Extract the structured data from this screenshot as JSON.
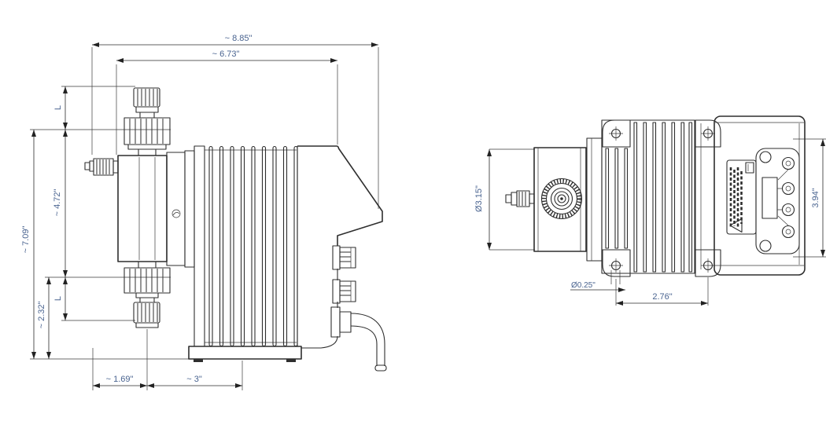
{
  "drawing": {
    "type": "technical-dimension-drawing",
    "subject": "solenoid metering dosing pump, side view and top view",
    "colors": {
      "background": "#ffffff",
      "line": "#2e2e2e",
      "dimension_text": "#4a6490"
    },
    "views": {
      "side": {
        "name": "side-view",
        "dimensions": {
          "overall_length": "~ 8.85\"",
          "body_length": "~ 6.73\"",
          "fitting_length_top": "L",
          "valve_spacing": "~ 4.72\"",
          "overall_height": "~ 7.09\"",
          "suction_height": "~ 2.32\"",
          "fitting_length_bottom": "L",
          "head_offset": "~ 1.69\"",
          "base_length": "~ 3\""
        }
      },
      "top": {
        "name": "top-view",
        "dimensions": {
          "head_diameter": "Ø3.15\"",
          "hole_diameter": "Ø0.25\"",
          "hole_spacing": "2.76\"",
          "overall_width": "3.94\""
        }
      }
    }
  }
}
